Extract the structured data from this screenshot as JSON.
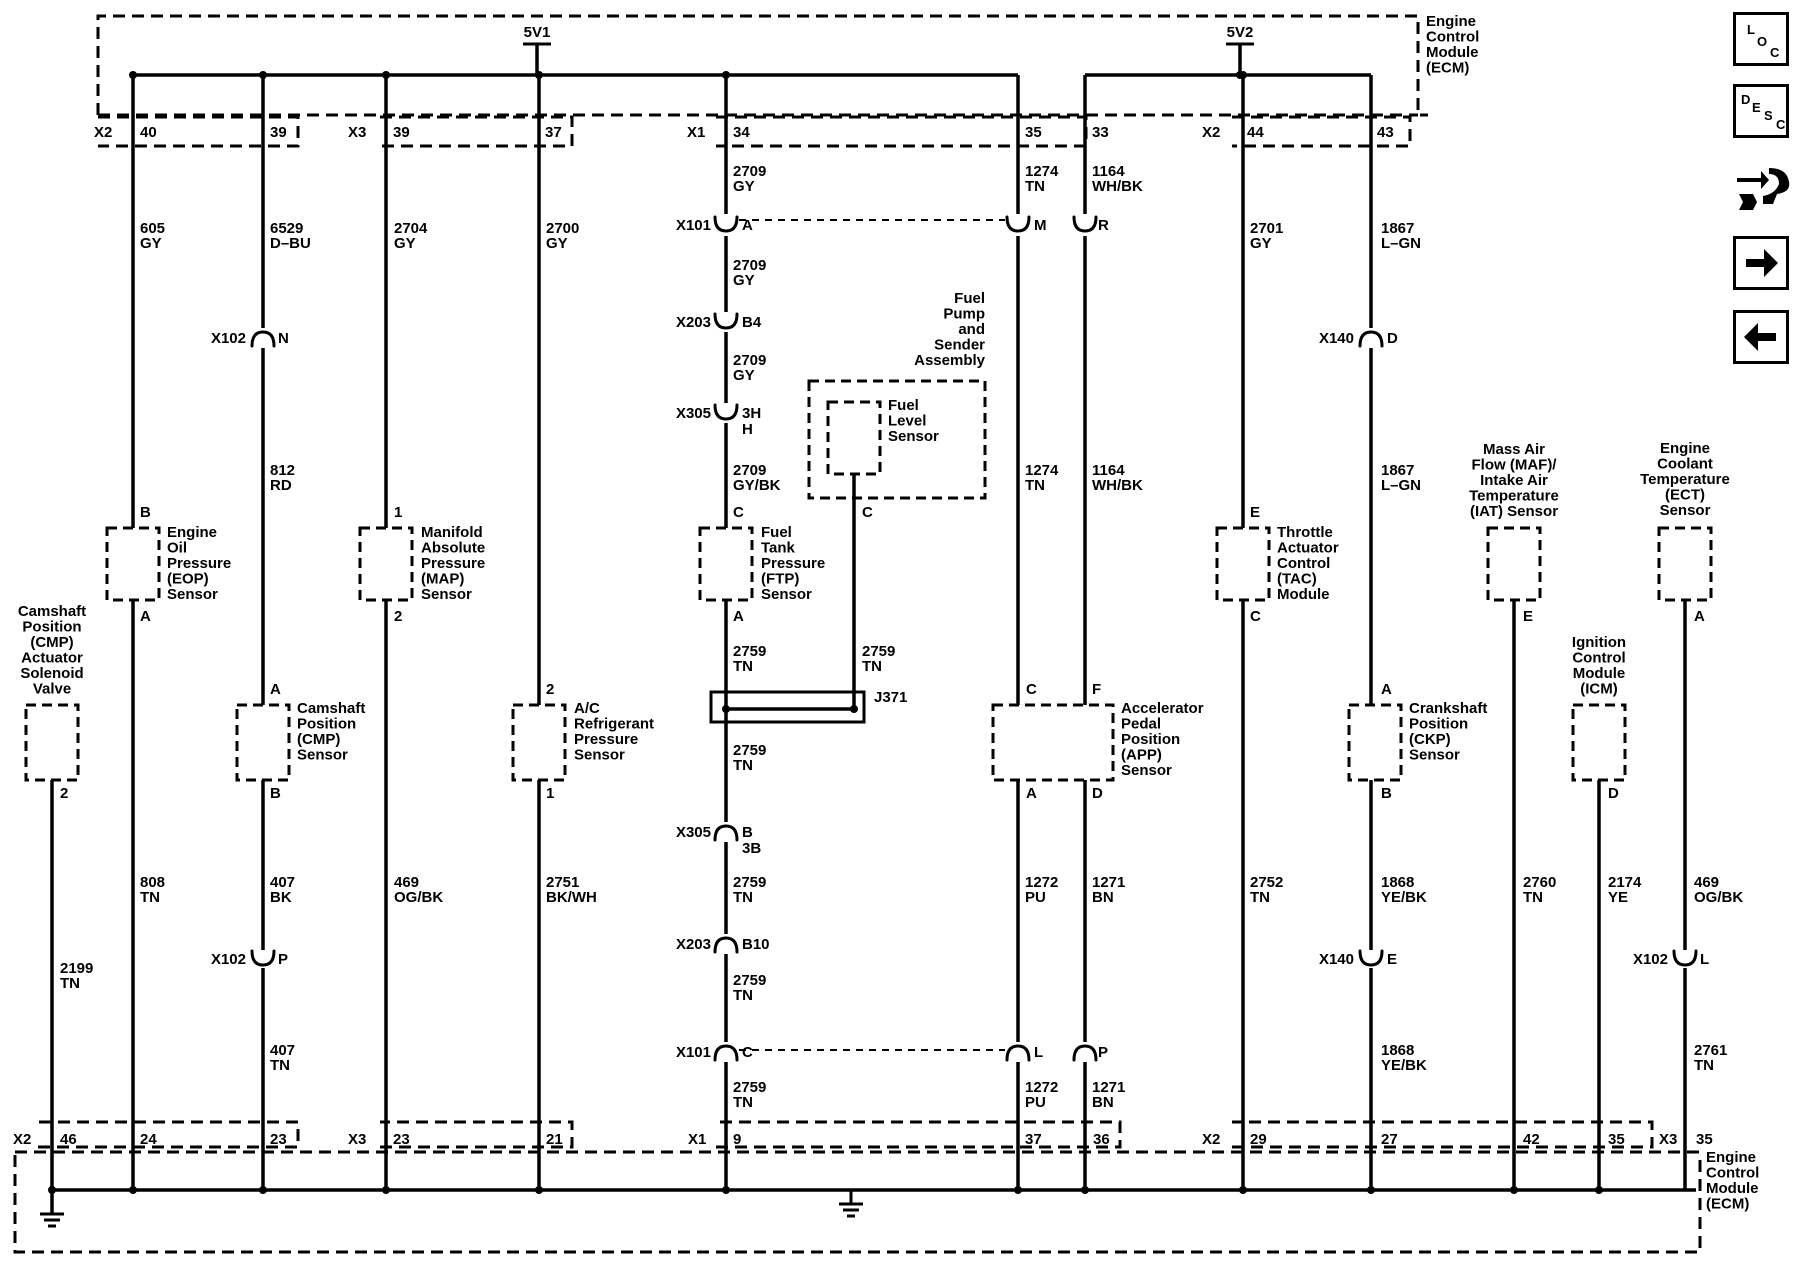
{
  "ecm_label": [
    "Engine",
    "Control",
    "Module",
    "(ECM)"
  ],
  "supplies": {
    "v1": "5V1",
    "v2": "5V2"
  },
  "top_connectors": [
    {
      "conn": "X2",
      "pin": "40"
    },
    {
      "pin": "39"
    },
    {
      "conn": "X3",
      "pin": "39"
    },
    {
      "pin": "37"
    },
    {
      "conn": "X1",
      "pin": "34"
    },
    {
      "pin": "35"
    },
    {
      "pin": "33"
    },
    {
      "conn": "X2",
      "pin": "44"
    },
    {
      "pin": "43"
    }
  ],
  "bottom_connectors": [
    {
      "conn": "X2",
      "pin": "46"
    },
    {
      "pin": "24"
    },
    {
      "pin": "23"
    },
    {
      "conn": "X3",
      "pin": "23"
    },
    {
      "pin": "21"
    },
    {
      "conn": "X1",
      "pin": "9"
    },
    {
      "pin": "37"
    },
    {
      "pin": "36"
    },
    {
      "conn": "X2",
      "pin": "29"
    },
    {
      "pin": "27"
    },
    {
      "pin": "42"
    },
    {
      "pin": "35"
    },
    {
      "conn": "X3",
      "pin": "35"
    }
  ],
  "inline_connectors": [
    {
      "name": "X102",
      "pin": "N"
    },
    {
      "name": "X102",
      "pin": "P"
    },
    {
      "name": "X101",
      "pin": "A"
    },
    {
      "pin": "M"
    },
    {
      "pin": "R"
    },
    {
      "name": "X203",
      "pin": "B4"
    },
    {
      "name": "X305",
      "pin": "3H",
      "pin2": "H"
    },
    {
      "name": "X305",
      "pin": "B",
      "pin2": "3B"
    },
    {
      "name": "X203",
      "pin": "B10"
    },
    {
      "name": "X101",
      "pin": "C"
    },
    {
      "pin": "L"
    },
    {
      "pin": "P"
    },
    {
      "name": "X140",
      "pin": "D"
    },
    {
      "name": "X140",
      "pin": "E"
    },
    {
      "name": "X102",
      "pin": "L"
    }
  ],
  "wires": [
    {
      "circuit": "605",
      "color": "GY"
    },
    {
      "circuit": "808",
      "color": "TN"
    },
    {
      "circuit": "6529",
      "color": "D–BU"
    },
    {
      "circuit": "812",
      "color": "RD"
    },
    {
      "circuit": "407",
      "color": "BK"
    },
    {
      "circuit": "407",
      "color": "TN"
    },
    {
      "circuit": "2704",
      "color": "GY"
    },
    {
      "circuit": "469",
      "color": "OG/BK"
    },
    {
      "circuit": "2700",
      "color": "GY"
    },
    {
      "circuit": "2751",
      "color": "BK/WH"
    },
    {
      "circuit": "2709",
      "color": "GY"
    },
    {
      "circuit": "2709",
      "color": "GY"
    },
    {
      "circuit": "2709",
      "color": "GY"
    },
    {
      "circuit": "2709",
      "color": "GY/BK"
    },
    {
      "circuit": "2759",
      "color": "TN"
    },
    {
      "circuit": "2759",
      "color": "TN"
    },
    {
      "circuit": "2759",
      "color": "TN"
    },
    {
      "circuit": "2759",
      "color": "TN"
    },
    {
      "circuit": "2759",
      "color": "TN"
    },
    {
      "circuit": "2759",
      "color": "TN"
    },
    {
      "circuit": "1274",
      "color": "TN"
    },
    {
      "circuit": "1274",
      "color": "TN"
    },
    {
      "circuit": "1272",
      "color": "PU"
    },
    {
      "circuit": "1272",
      "color": "PU"
    },
    {
      "circuit": "1164",
      "color": "WH/BK"
    },
    {
      "circuit": "1164",
      "color": "WH/BK"
    },
    {
      "circuit": "1271",
      "color": "BN"
    },
    {
      "circuit": "1271",
      "color": "BN"
    },
    {
      "circuit": "2701",
      "color": "GY"
    },
    {
      "circuit": "2752",
      "color": "TN"
    },
    {
      "circuit": "1867",
      "color": "L–GN"
    },
    {
      "circuit": "1867",
      "color": "L–GN"
    },
    {
      "circuit": "1868",
      "color": "YE/BK"
    },
    {
      "circuit": "1868",
      "color": "YE/BK"
    },
    {
      "circuit": "2760",
      "color": "TN"
    },
    {
      "circuit": "2174",
      "color": "YE"
    },
    {
      "circuit": "469",
      "color": "OG/BK"
    },
    {
      "circuit": "2761",
      "color": "TN"
    },
    {
      "circuit": "2199",
      "color": "TN"
    }
  ],
  "components": [
    {
      "name": [
        "Camshaft",
        "Position",
        "(CMP)",
        "Actuator",
        "Solenoid",
        "Valve"
      ],
      "pin_bottom": "2"
    },
    {
      "name": [
        "Engine",
        "Oil",
        "Pressure",
        "(EOP)",
        "Sensor"
      ],
      "pin_top": "B",
      "pin_bottom": "A"
    },
    {
      "name": [
        "Camshaft",
        "Position",
        "(CMP)",
        "Sensor"
      ],
      "pin_top": "A",
      "pin_bottom": "B"
    },
    {
      "name": [
        "Manifold",
        "Absolute",
        "Pressure",
        "(MAP)",
        "Sensor"
      ],
      "pin_top": "1",
      "pin_bottom": "2"
    },
    {
      "name": [
        "A/C",
        "Refrigerant",
        "Pressure",
        "Sensor"
      ],
      "pin_top": "2",
      "pin_bottom": "1"
    },
    {
      "name": [
        "Fuel",
        "Tank",
        "Pressure",
        "(FTP)",
        "Sensor"
      ],
      "pin_top": "C",
      "pin_bottom": "A"
    },
    {
      "name": [
        "Fuel",
        "Pump",
        "and",
        "Sender",
        "Assembly"
      ]
    },
    {
      "name": [
        "Fuel",
        "Level",
        "Sensor"
      ],
      "pin_bottom": "C"
    },
    {
      "name": [
        "J371"
      ]
    },
    {
      "name": [
        "Accelerator",
        "Pedal",
        "Position",
        "(APP)",
        "Sensor"
      ],
      "pins": [
        "C",
        "F",
        "A",
        "D"
      ]
    },
    {
      "name": [
        "Throttle",
        "Actuator",
        "Control",
        "(TAC)",
        "Module"
      ],
      "pin_top": "E",
      "pin_bottom": "C"
    },
    {
      "name": [
        "Crankshaft",
        "Position",
        "(CKP)",
        "Sensor"
      ],
      "pin_top": "A",
      "pin_bottom": "B"
    },
    {
      "name": [
        "Mass Air",
        "Flow (MAF)/",
        "Intake Air",
        "Temperature",
        "(IAT) Sensor"
      ],
      "pin_bottom": "E"
    },
    {
      "name": [
        "Ignition",
        "Control",
        "Module",
        "(ICM)"
      ],
      "pin_bottom": "D"
    },
    {
      "name": [
        "Engine",
        "Coolant",
        "Temperature",
        "(ECT)",
        "Sensor"
      ],
      "pin_bottom": "A"
    }
  ],
  "nav_buttons": {
    "loc": [
      "L",
      "O",
      "C"
    ],
    "desc": [
      "D",
      "E",
      "S",
      "C"
    ],
    "icons": [
      "connector-harness-icon",
      "next-arrow-icon",
      "previous-arrow-icon"
    ]
  }
}
